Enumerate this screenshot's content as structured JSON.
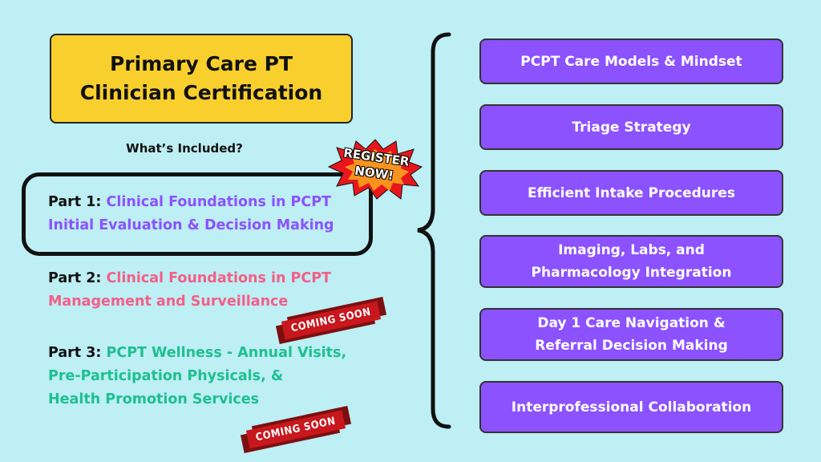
{
  "title": {
    "line1": "Primary Care PT",
    "line2": "Clinician Certification"
  },
  "whats_included": "What’s Included?",
  "badge": {
    "line1": "REGISTER",
    "line2": "NOW!"
  },
  "parts": [
    {
      "label": "Part 1:",
      "line1": "Clinical Foundations in PCPT",
      "line2": "Initial Evaluation & Decision Making"
    },
    {
      "label": "Part 2:",
      "line1": "Clinical Foundations in PCPT",
      "line2": "Management and Surveillance"
    },
    {
      "label": "Part 3:",
      "line1": "PCPT Wellness - Annual Visits,",
      "line2": "Pre-Participation Physicals, &",
      "line3": "Health Promotion Services"
    }
  ],
  "coming_soon": "COMING SOON",
  "topics": [
    {
      "line1": "PCPT Care Models & Mindset"
    },
    {
      "line1": "Triage Strategy"
    },
    {
      "line1": "Efficient Intake Procedures"
    },
    {
      "line1": "Imaging, Labs, and",
      "line2": "Pharmacology Integration"
    },
    {
      "line1": "Day 1 Care Navigation &",
      "line2": "Referral Decision Making"
    },
    {
      "line1": "Interprofessional Collaboration"
    }
  ],
  "colors": {
    "background": "#bdeff5",
    "title_box": "#f9cf2e",
    "topic_box": "#8c52ff",
    "part1": "#8c52ff",
    "part2": "#f45f86",
    "part3": "#1fbf90",
    "ribbon": "#c8171d"
  }
}
